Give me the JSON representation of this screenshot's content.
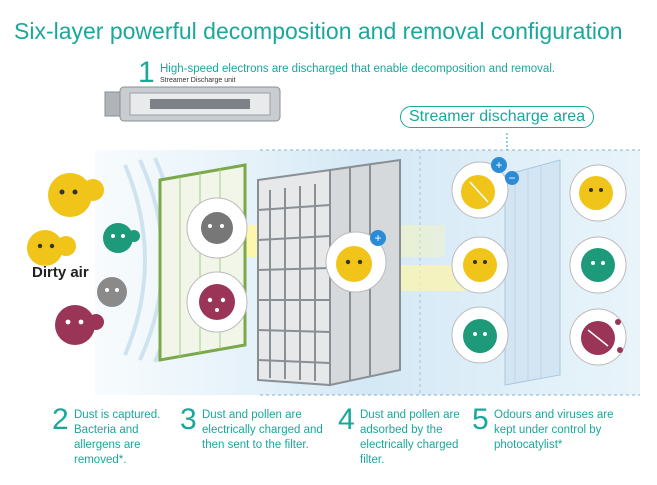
{
  "title": "Six-layer powerful decomposition and removal configuration",
  "steps": [
    {
      "number": "1",
      "text": "High-speed electrons are discharged that enable decomposition and removal.",
      "subtext": "Streamer Discharge unit"
    },
    {
      "number": "2",
      "text": "Dust is captured. Bacteria and allergens are removed*."
    },
    {
      "number": "3",
      "text": "Dust and pollen are electrically charged and then sent to the filter."
    },
    {
      "number": "4",
      "text": "Dust and pollen are adsorbed by the electrically charged filter."
    },
    {
      "number": "5",
      "text": "Odours and viruses are kept under control by photocatylist*"
    }
  ],
  "streamer_area_label": "Streamer discharge area",
  "dirty_air_label": "Dirty air",
  "colors": {
    "accent": "#1aa89a",
    "yellow": "#f0c419",
    "green": "#1d9a7a",
    "maroon": "#9a3558",
    "grey": "#8a8a8a"
  }
}
